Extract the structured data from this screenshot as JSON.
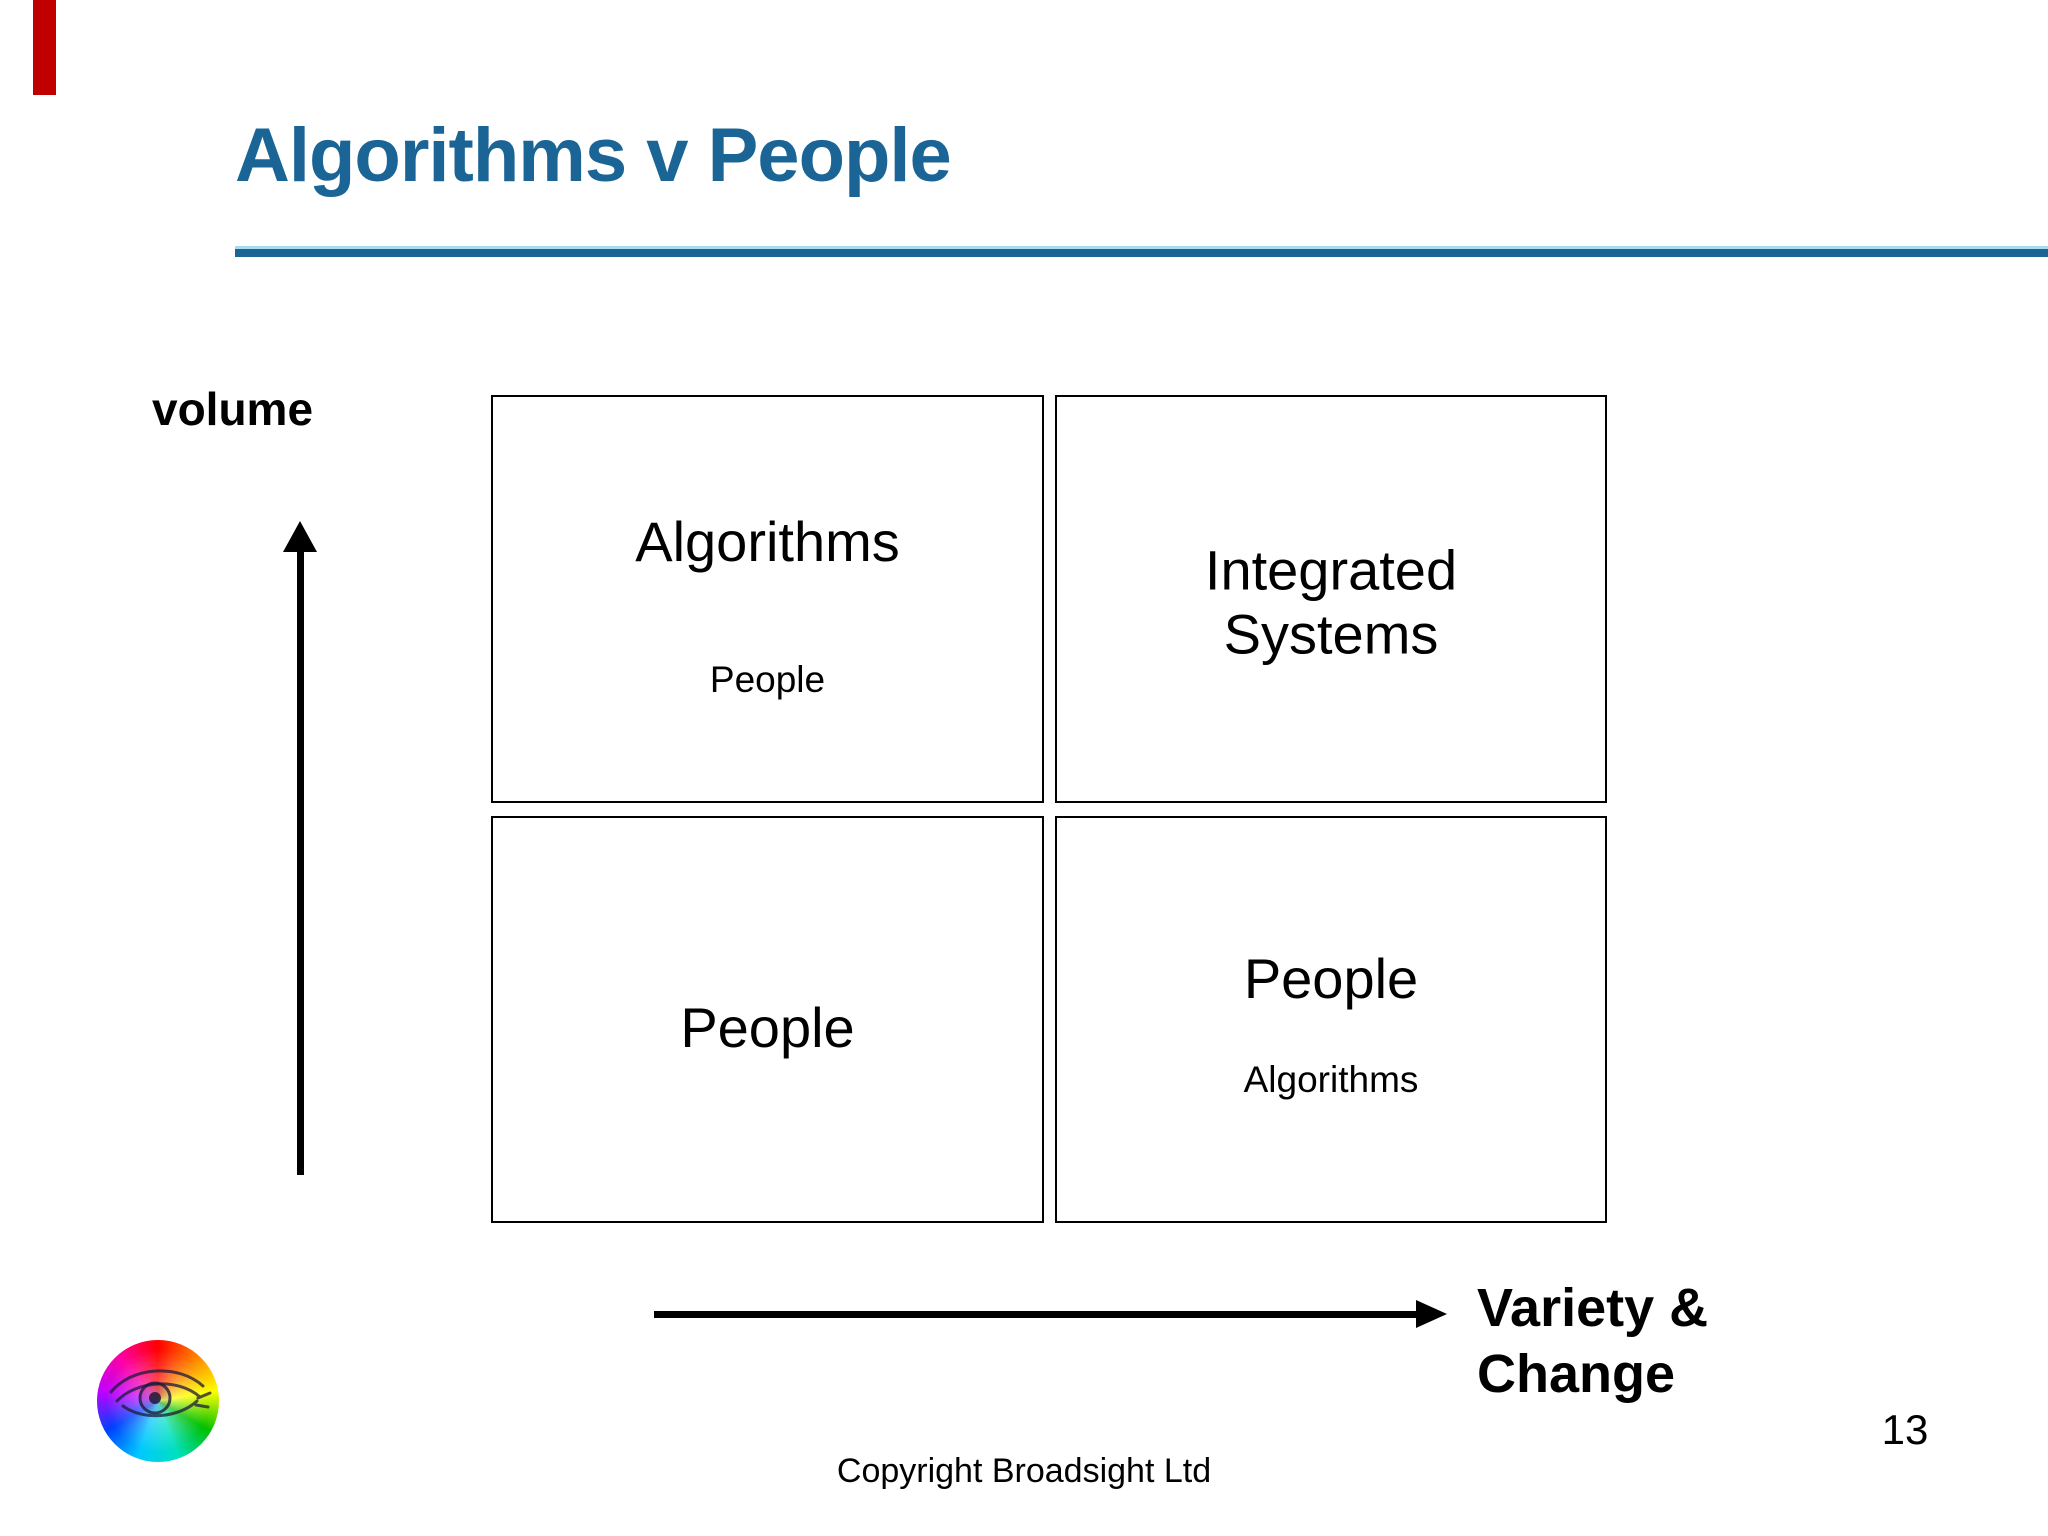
{
  "slide": {
    "title": "Algorithms v People",
    "footer": "Copyright Broadsight Ltd",
    "page_number": "13"
  },
  "colors": {
    "title_blue": "#1A6596",
    "rule_highlight_blue": "#A7DCEF",
    "corner_accent_red": "#C00000",
    "diagram_black": "#000000"
  },
  "axes": {
    "y_label": "volume",
    "x_label": "Variety & Change"
  },
  "matrix": {
    "quadrants": [
      {
        "position": "top-left",
        "primary": "Algorithms",
        "secondary": "People"
      },
      {
        "position": "top-right",
        "primary": "Integrated Systems",
        "secondary": ""
      },
      {
        "position": "bottom-left",
        "primary": "People",
        "secondary": ""
      },
      {
        "position": "bottom-right",
        "primary": "People",
        "secondary": "Algorithms"
      }
    ]
  },
  "logo": {
    "name": "Broadsight rainbow eye logo"
  }
}
